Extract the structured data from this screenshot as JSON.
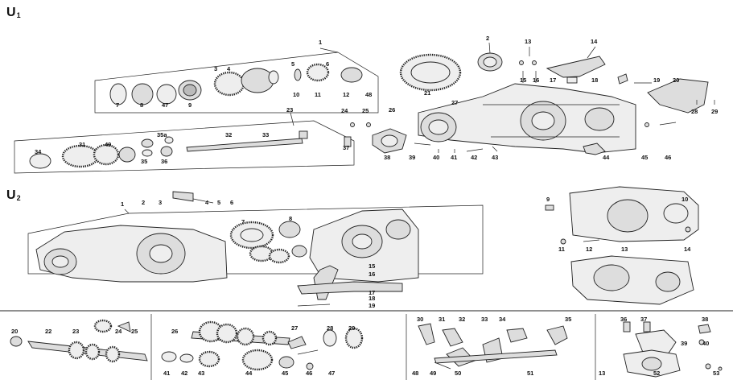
{
  "sections": {
    "u1": {
      "letter": "U",
      "sub": "1"
    },
    "u2": {
      "letter": "U",
      "sub": "2"
    }
  },
  "callouts_u1": [
    "1",
    "2",
    "3",
    "4",
    "5",
    "6",
    "7",
    "8",
    "47",
    "9",
    "10",
    "11",
    "12",
    "48",
    "13",
    "14",
    "15",
    "16",
    "17",
    "18",
    "19",
    "20",
    "21",
    "27",
    "28",
    "29",
    "23",
    "24",
    "25",
    "26",
    "34",
    "31",
    "49",
    "35a",
    "32",
    "33",
    "37",
    "35",
    "36",
    "38",
    "39",
    "40",
    "41",
    "42",
    "43",
    "44",
    "45",
    "46"
  ],
  "callouts_u2_upper": [
    "1",
    "2",
    "3",
    "4",
    "5",
    "6",
    "7",
    "8",
    "9",
    "10",
    "11",
    "12",
    "13",
    "14",
    "15",
    "16",
    "17",
    "18",
    "19"
  ],
  "callouts_u2_lower": [
    "20",
    "22",
    "23",
    "24",
    "25",
    "26",
    "27",
    "28",
    "29",
    "41",
    "42",
    "43",
    "44",
    "45",
    "46",
    "47",
    "30",
    "31",
    "32",
    "33",
    "34",
    "35",
    "48",
    "49",
    "50",
    "51",
    "36",
    "37",
    "38",
    "39",
    "40",
    "13",
    "52",
    "53"
  ]
}
